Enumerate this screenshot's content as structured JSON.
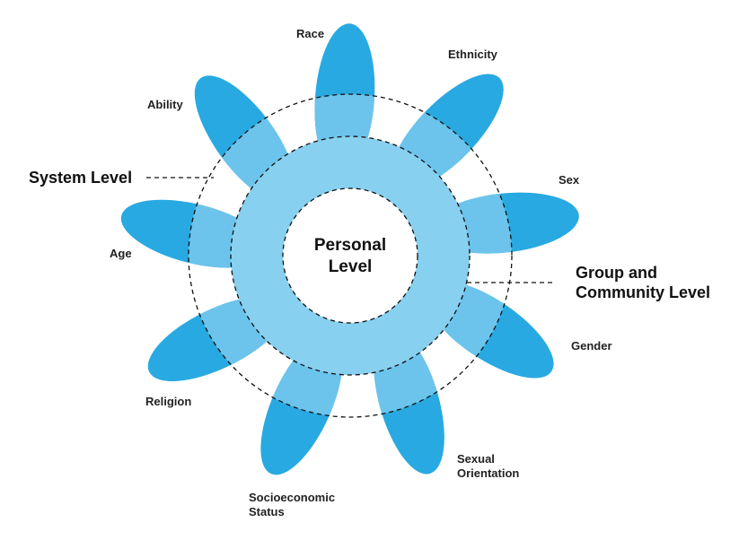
{
  "center_label": [
    "Personal",
    "Level"
  ],
  "levels": {
    "system": "System Level",
    "group": [
      "Group and",
      "Community Level"
    ]
  },
  "petals": [
    "Race",
    "Ethnicity",
    "Sex",
    "Gender",
    "Sexual Orientation",
    "Socioeconomic Status",
    "Religion",
    "Age",
    "Ability"
  ],
  "labels": {
    "race": "Race",
    "ethnicity": "Ethnicity",
    "sex": "Sex",
    "gender": "Gender",
    "sexual_orientation": [
      "Sexual",
      "Orientation"
    ],
    "socioeconomic_status": [
      "Socioeconomic",
      "Status"
    ],
    "religion": "Religion",
    "age": "Age",
    "ability": "Ability"
  },
  "colors": {
    "petal": "#29a9e1",
    "petal_mid": "#6cc4ec",
    "ring": "#88d0ef"
  }
}
